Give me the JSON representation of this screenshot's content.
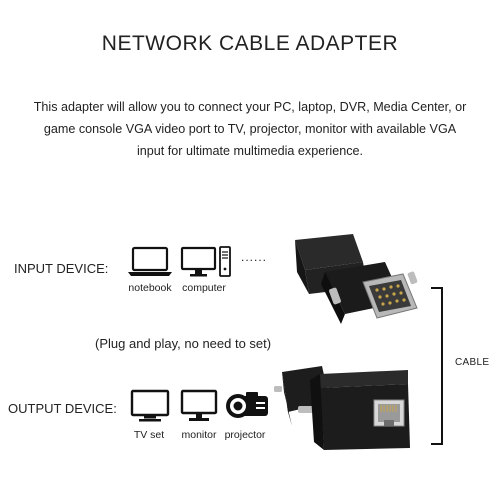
{
  "title": "NETWORK CABLE ADAPTER",
  "description": [
    "This adapter will allow you to connect your PC, laptop, DVR, Media Center, or",
    "game console VGA video port to TV, projector, monitor with available VGA",
    "input for ultimate multimedia experience."
  ],
  "input_device": {
    "label": "INPUT DEVICE:",
    "devices": [
      {
        "caption": "notebook",
        "icon": "laptop-icon"
      },
      {
        "caption": "computer",
        "icon": "desktop-computer-icon"
      }
    ],
    "continuation": "......"
  },
  "plug_note": "(Plug and play, no need to set)",
  "output_device": {
    "label": "OUTPUT DEVICE:",
    "devices": [
      {
        "caption": "TV set",
        "icon": "tv-icon"
      },
      {
        "caption": "monitor",
        "icon": "monitor-icon"
      },
      {
        "caption": "projector",
        "icon": "projector-icon"
      }
    ]
  },
  "cable_label": "CABLE",
  "colors": {
    "text": "#222222",
    "adapter_body": "#1c1c1c",
    "vga_metal": "#b8b8b8",
    "rj45_port": "#d8d8d8"
  }
}
